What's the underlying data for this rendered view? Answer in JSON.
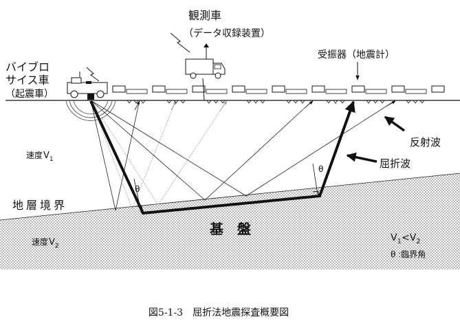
{
  "labels": {
    "observation_vehicle": "観測車",
    "observation_vehicle_sub": "（データ収録装置）",
    "vibro_line1": "バイブロ",
    "vibro_line2": "サイス車",
    "vibro_sub": "（起震車）",
    "receiver": "受振器（地震計）",
    "reflected_wave": "反射波",
    "refracted_wave": "屈折波",
    "velocity_v1_text": "速度",
    "velocity_v1_sym": "V",
    "velocity_v1_sub": "1",
    "layer_boundary": "地層境界",
    "bedrock": "基　盤",
    "velocity_v2_text": "速度",
    "velocity_v2_sym": "V",
    "velocity_v2_sub": "2",
    "inequality_v": "V",
    "inequality_sub1": "1",
    "inequality_lt": "<",
    "inequality_sub2": "2",
    "theta_legend": "θ :臨界角",
    "theta_left": "θ",
    "theta_right": "θ"
  },
  "caption": "図5-1-3　屈折法地震探査概要図",
  "colors": {
    "line": "#111111",
    "light_line": "#9a9a9a",
    "dots": "#555555"
  }
}
